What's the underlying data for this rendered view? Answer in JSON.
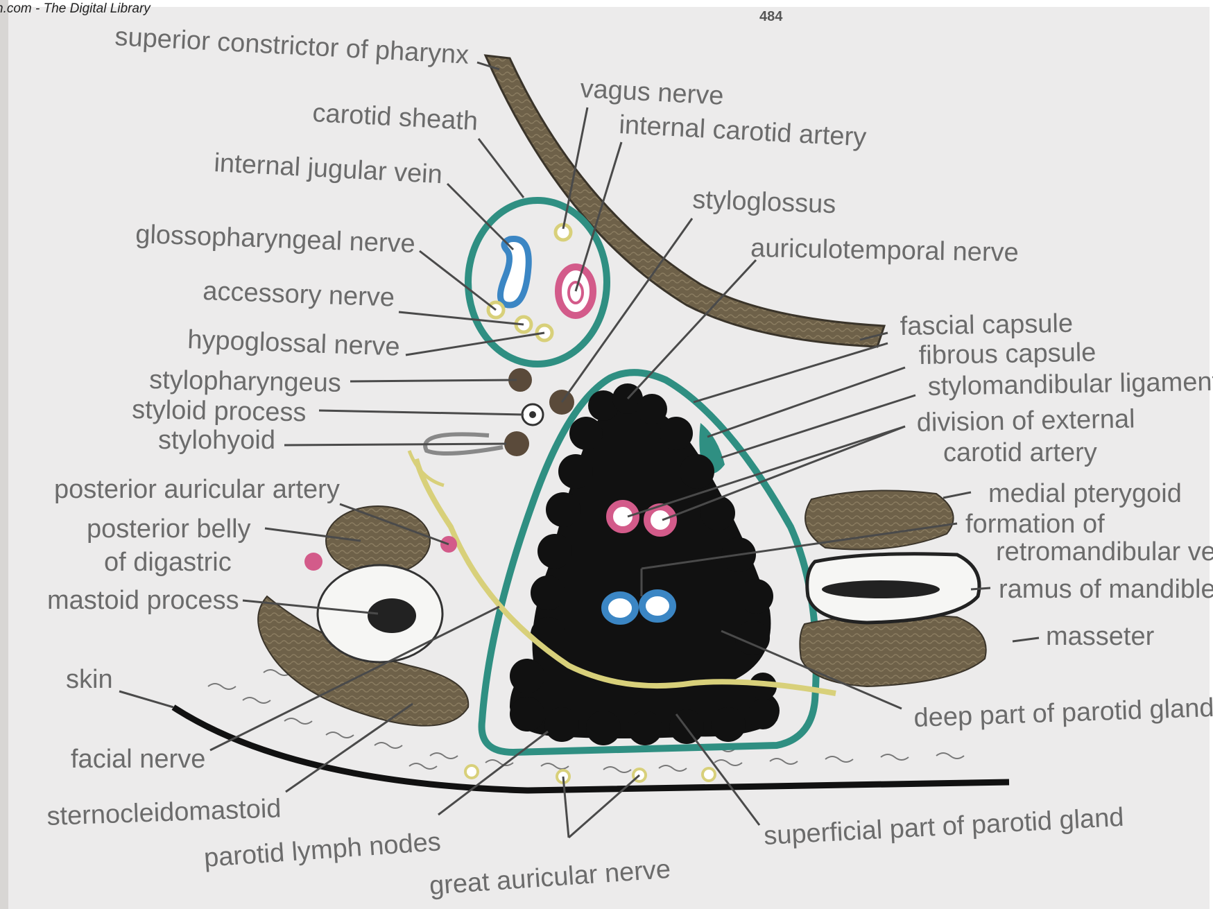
{
  "watermark": "n.com - The Digital Library",
  "page_mark": "484",
  "labels": {
    "superior_constrictor": "superior constrictor of pharynx",
    "carotid_sheath": "carotid sheath",
    "internal_jugular_vein": "internal jugular vein",
    "glossopharyngeal_nerve": "glossopharyngeal nerve",
    "accessory_nerve": "accessory nerve",
    "hypoglossal_nerve": "hypoglossal nerve",
    "stylopharyngeus": "stylopharyngeus",
    "styloid_process": "styloid process",
    "stylohyoid": "stylohyoid",
    "posterior_auricular_artery": "posterior auricular artery",
    "posterior_belly_1": "posterior belly",
    "posterior_belly_2": "of digastric",
    "mastoid_process": "mastoid process",
    "skin": "skin",
    "facial_nerve": "facial nerve",
    "sternocleidomastoid": "sternocleidomastoid",
    "parotid_lymph_nodes": "parotid lymph nodes",
    "great_auricular_nerve": "great auricular nerve",
    "vagus_nerve": "vagus nerve",
    "internal_carotid_artery": "internal carotid artery",
    "styloglossus": "styloglossus",
    "auriculotemporal_nerve": "auriculotemporal nerve",
    "fascial_capsule": "fascial capsule",
    "fibrous_capsule": "fibrous capsule",
    "stylomandibular_ligament": "stylomandibular ligament",
    "division_ext_carotid_1": "division of external",
    "division_ext_carotid_2": "carotid artery",
    "medial_pterygoid": "medial pterygoid",
    "formation_retromandibular_1": "formation of",
    "formation_retromandibular_2": "retromandibular vein",
    "ramus_of_mandible": "ramus of mandible",
    "masseter": "masseter",
    "deep_part_parotid": "deep part of parotid gland",
    "superficial_part_parotid": "superficial part of parotid gland"
  },
  "colors": {
    "paper": "#ecebeb",
    "sheath": "#2f8f82",
    "vein": "#3b86c4",
    "artery": "#d35b8a",
    "nerve": "#d8d07a",
    "gland": "#111111",
    "muscle": "#6e6149",
    "leader": "#4a4a4a",
    "label": "#6b6b6b"
  }
}
